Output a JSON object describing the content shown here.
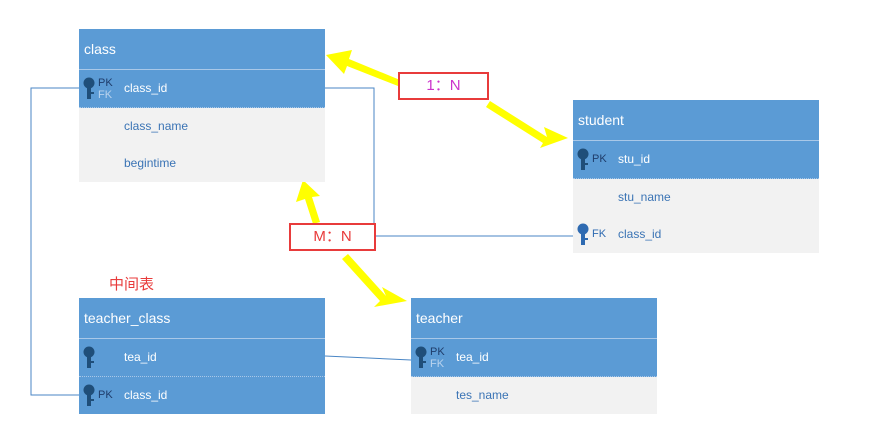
{
  "tables": {
    "class": {
      "title": "class",
      "fields": [
        {
          "name": "class_id",
          "pk": "PK",
          "fk": "FK"
        },
        {
          "name": "class_name"
        },
        {
          "name": "begintime"
        }
      ]
    },
    "student": {
      "title": "student",
      "fields": [
        {
          "name": "stu_id",
          "pk": "PK"
        },
        {
          "name": "stu_name"
        },
        {
          "name": "class_id",
          "fk": "FK"
        }
      ]
    },
    "teacher_class": {
      "title": "teacher_class",
      "fields": [
        {
          "name": "tea_id"
        },
        {
          "name": "class_id",
          "pk": "PK"
        }
      ]
    },
    "teacher": {
      "title": "teacher",
      "fields": [
        {
          "name": "tea_id",
          "pk": "PK",
          "fk": "FK"
        },
        {
          "name": "tes_name"
        }
      ]
    }
  },
  "relations": {
    "one_to_many": "1：N",
    "many_to_many": "M：N"
  },
  "notes": {
    "junction_table": "中间表"
  },
  "colors": {
    "header": "#5b9bd5",
    "row": "#f2f2f2",
    "arrow": "#ffff00",
    "label_border": "#e83b3b",
    "one_to_many_text": "#cc33cc",
    "many_to_many_text": "#e83b3b",
    "connector": "#4a86c5"
  },
  "icons": {
    "key": "key-icon"
  }
}
